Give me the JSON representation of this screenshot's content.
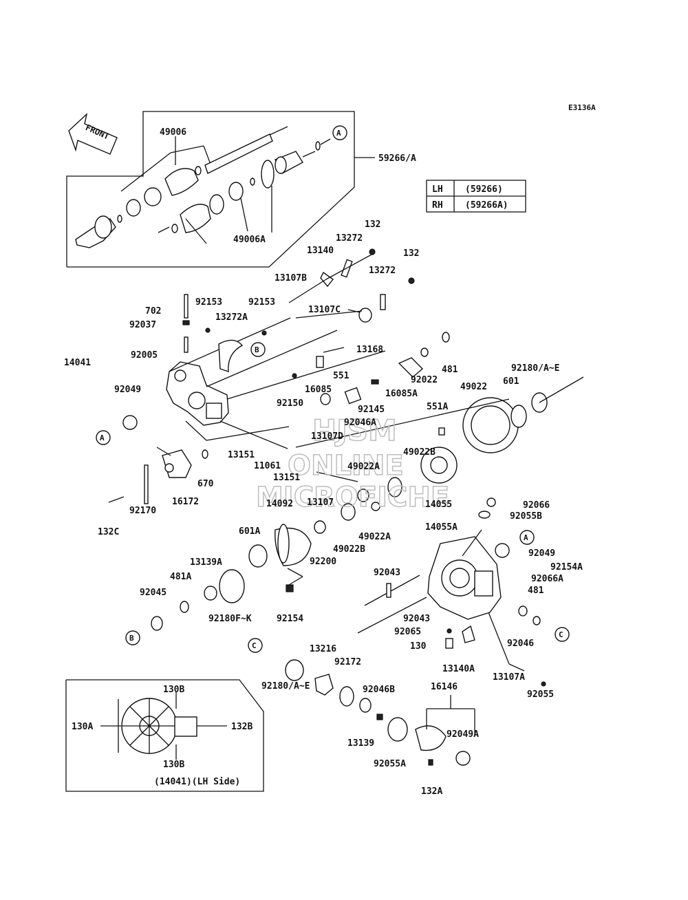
{
  "diagram_code": "E3136A",
  "front_label": "FRONT",
  "watermark": [
    "HJSM",
    "ONLINE",
    "MICROFICHE"
  ],
  "table": [
    {
      "side": "LH",
      "part": "(59266)"
    },
    {
      "side": "RH",
      "part": "(59266A)"
    }
  ],
  "inset_caption": "(14041)(LH Side)",
  "callouts": [
    "A",
    "B",
    "C"
  ],
  "labels": {
    "l49006": "49006",
    "l59266A": "59266/A",
    "l49006A": "49006A",
    "l132a": "132",
    "l13272a": "13272",
    "l13140": "13140",
    "l132b": "132",
    "l13272b": "13272",
    "l13107B": "13107B",
    "l702": "702",
    "l92153a": "92153",
    "l92153b": "92153",
    "l92037": "92037",
    "l13272A": "13272A",
    "l13107C": "13107C",
    "l13168": "13168",
    "l14041": "14041",
    "l92005": "92005",
    "l16085": "16085",
    "l551": "551",
    "l481a": "481",
    "l92022": "92022",
    "l92180AE": "92180/A~E",
    "l92049a": "92049",
    "l92150": "92150",
    "l16085A": "16085A",
    "l49022": "49022",
    "l601": "601",
    "l92145": "92145",
    "l92046A": "92046A",
    "l551A": "551A",
    "l13107D": "13107D",
    "l13151a": "13151",
    "l11061": "11061",
    "l13151b": "13151",
    "l670": "670",
    "l49022B": "49022B",
    "l49022A": "49022A",
    "l16172": "16172",
    "l92170": "92170",
    "l132C": "132C",
    "l13107": "13107",
    "l14055": "14055",
    "l14092": "14092",
    "l92066": "92066",
    "l92055B": "92055B",
    "l49022Ab": "49022A",
    "l49022Bb": "49022B",
    "l601A": "601A",
    "l92200": "92200",
    "l14055A": "14055A",
    "l13139A": "13139A",
    "l92049b": "92049",
    "l481A": "481A",
    "l92154A": "92154A",
    "l92043a": "92043",
    "l92066A": "92066A",
    "l92045": "92045",
    "l481b": "481",
    "l92180FK": "92180F~K",
    "l92154": "92154",
    "l92043b": "92043",
    "l92065": "92065",
    "l92046": "92046",
    "l130": "130",
    "l13140A": "13140A",
    "l13216": "13216",
    "l92172": "92172",
    "l13107A": "13107A",
    "l92180AE2": "92180/A~E",
    "l92046B": "92046B",
    "l16146": "16146",
    "l92055": "92055",
    "l130A": "130A",
    "l130B1": "130B",
    "l132B": "132B",
    "l130B2": "130B",
    "l13139": "13139",
    "l92049A": "92049A",
    "l92055A": "92055A",
    "l132A": "132A"
  }
}
